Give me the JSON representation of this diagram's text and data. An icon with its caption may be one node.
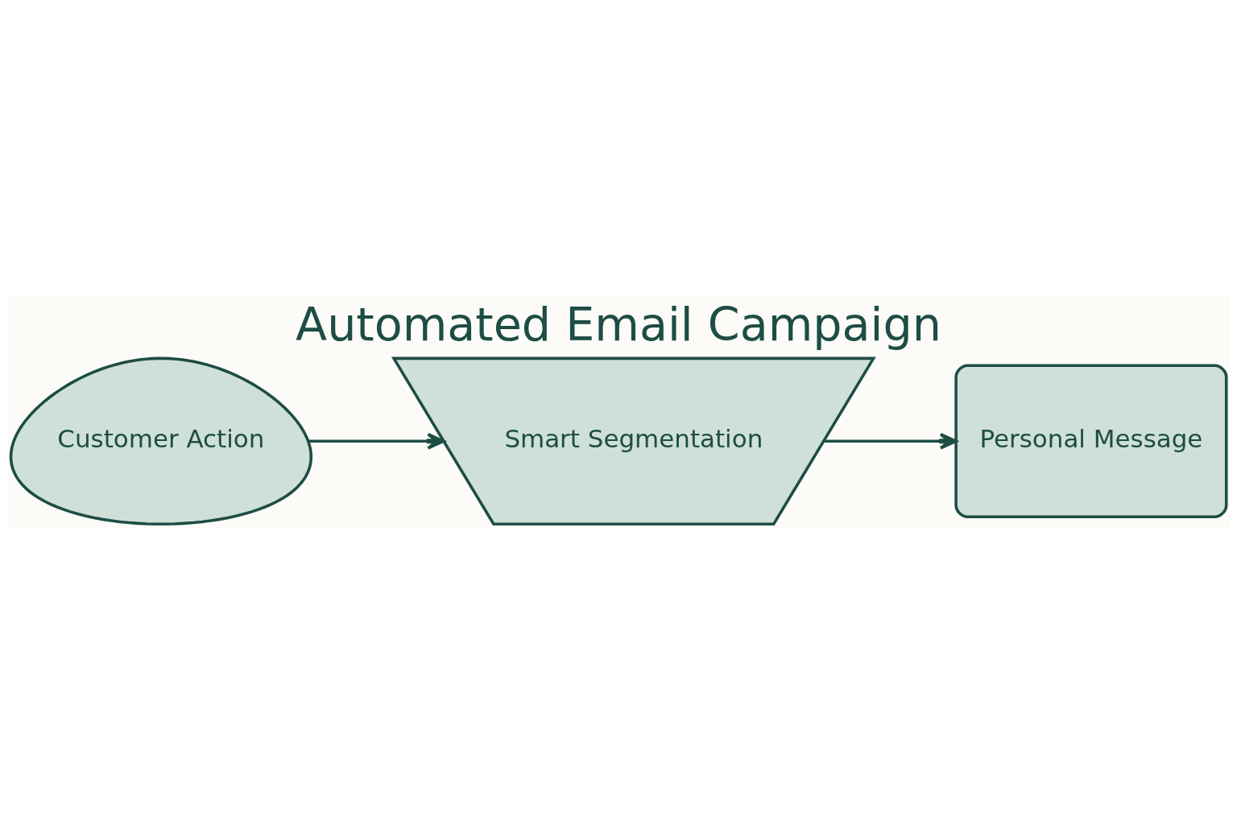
{
  "diagram": {
    "title": "Automated Email Campaign",
    "nodes": [
      {
        "text": [
          "Customer Action"
        ]
      },
      {
        "text": [
          "Smart Segmentation"
        ]
      },
      {
        "text": [
          "Personal Message"
        ]
      }
    ],
    "edges": [
      {
        "from": 0,
        "to": 1,
        "arrow": "to"
      },
      {
        "from": 1,
        "to": 2,
        "arrow": "to"
      }
    ]
  }
}
